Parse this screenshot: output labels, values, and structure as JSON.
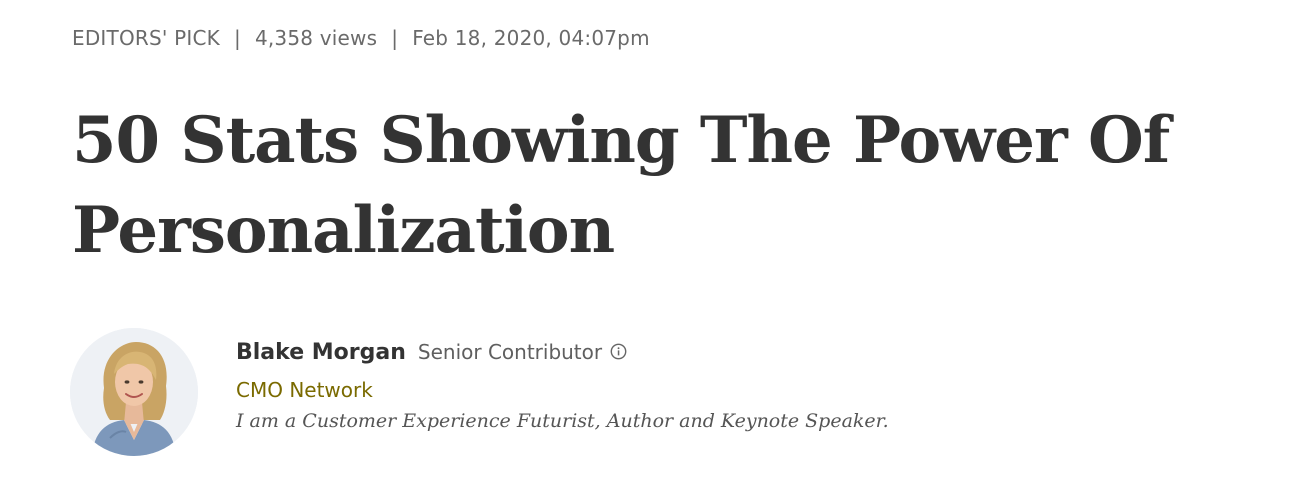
{
  "meta": {
    "category": "EDITORS' PICK",
    "separator": "|",
    "views": "4,358 views",
    "date": "Feb 18, 2020, 04:07pm"
  },
  "headline": "50 Stats Showing The Power Of Personalization",
  "author": {
    "name": "Blake Morgan",
    "role": "Senior Contributor",
    "info_icon": "info-icon",
    "network": "CMO Network",
    "bio": "I am a Customer Experience Futurist, Author and Keynote Speaker."
  },
  "colors": {
    "meta_text": "#6a6a6a",
    "headline": "#333333",
    "network_link": "#7a6a00",
    "bio_text": "#555555"
  }
}
